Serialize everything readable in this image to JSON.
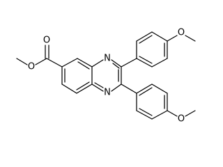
{
  "structure": {
    "atom_labels": {
      "ring_n_top": "N",
      "ring_n_bottom": "N",
      "ester_o_double": "O",
      "ester_o_single": "O",
      "methoxy_o_top": "O",
      "methoxy_o_bottom": "O"
    }
  },
  "colors": {
    "background": "#ffffff",
    "bond": "#000000",
    "text": "#000000"
  }
}
